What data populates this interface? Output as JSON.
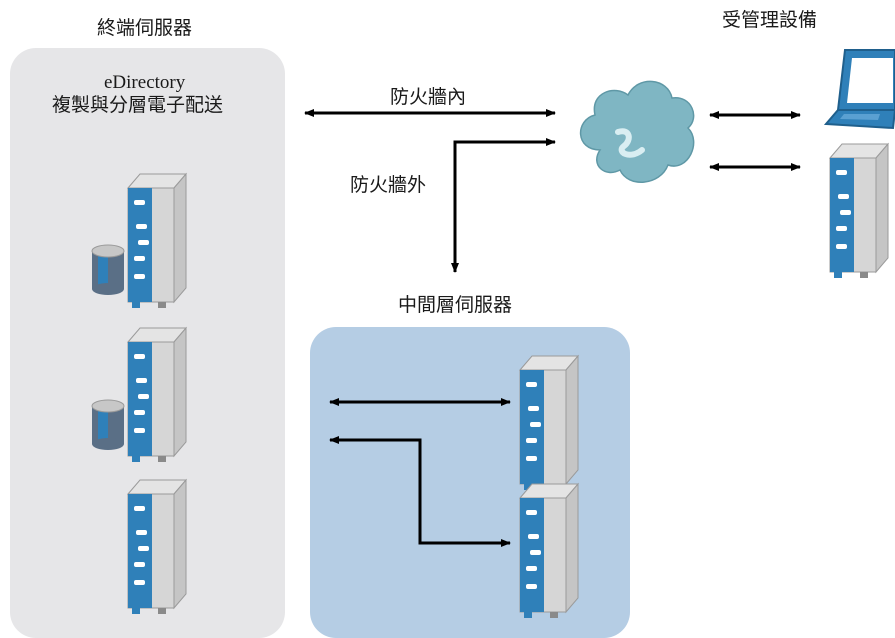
{
  "diagram": {
    "backend": {
      "title": "終端伺服器",
      "subtitle_line1": "eDirectory",
      "subtitle_line2": "複製與分層電子配送",
      "panel_color": "#e6e6e8"
    },
    "middle_tier": {
      "title": "中間層伺服器",
      "panel_color": "#b5cde4"
    },
    "managed_devices": {
      "title": "受管理設備"
    },
    "links": {
      "inside_firewall": "防火牆內",
      "outside_firewall": "防火牆外"
    },
    "colors": {
      "server_front": "#2d7fb8",
      "server_side": "#c9c9c9",
      "cloud": "#7fb6c3",
      "laptop": "#2d7fb8",
      "arrow": "#000000"
    }
  }
}
